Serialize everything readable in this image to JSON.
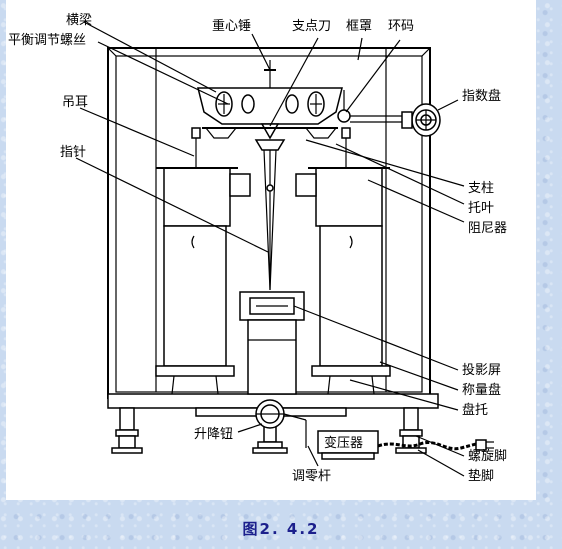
{
  "labels": {
    "crossbeam": "横梁",
    "balance_screw": "平衡调节螺丝",
    "counterweight": "重心锤",
    "knife_edge": "支点刀",
    "frame_cover": "框罩",
    "ring_weight": "环码",
    "hanger": "吊耳",
    "dial": "指数盘",
    "pointer": "指针",
    "pillar": "支柱",
    "bracket": "托叶",
    "damper": "阻尼器",
    "projection_screen": "投影屏",
    "weighing_pan": "称量盘",
    "pan_support": "盘托",
    "lift_knob": "升降钮",
    "zero_rod": "调零杆",
    "transformer": "变压器",
    "screw_foot": "螺旋脚",
    "pad_foot": "垫脚"
  },
  "caption": "图2. 4.2"
}
